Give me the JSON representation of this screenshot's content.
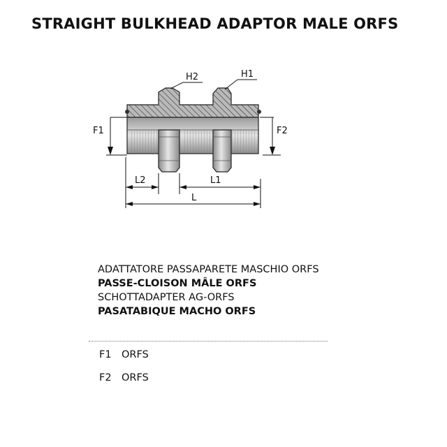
{
  "title": "STRAIGHT BULKHEAD ADAPTOR MALE ORFS",
  "drawing": {
    "labels": {
      "h1": "H1",
      "h2": "H2",
      "f1": "F1",
      "f2": "F2",
      "l": "L",
      "l1": "L1",
      "l2": "L2"
    }
  },
  "names": [
    {
      "text": "ADATTATORE PASSAPARETE MASCHIO ORFS",
      "bold": false
    },
    {
      "text": "PASSE-CLOISON MÂLE ORFS",
      "bold": true
    },
    {
      "text": "SCHOTTADAPTER AG-ORFS",
      "bold": false
    },
    {
      "text": "PASATABIQUE MACHO ORFS",
      "bold": true
    }
  ],
  "specs": [
    {
      "code": "F1",
      "value": "ORFS"
    },
    {
      "code": "F2",
      "value": "ORFS"
    }
  ]
}
